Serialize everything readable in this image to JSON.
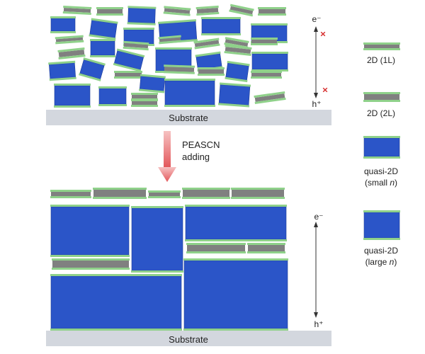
{
  "colors": {
    "green": "#8fd18a",
    "green_edge": "#6bbd66",
    "gray": "#808080",
    "blue": "#2b55c8",
    "blue_edge": "#1f3f9a",
    "substrate": "#d3d7de",
    "arrow_top": "#f6c2c2",
    "arrow_bottom": "#e3565a",
    "cross": "#d62b2b"
  },
  "top_panel": {
    "substrate_label": "Substrate",
    "carrier_electron": "e⁻",
    "carrier_hole": "h⁺"
  },
  "process": {
    "label_line1": "PEASCN",
    "label_line2": "adding"
  },
  "bottom_panel": {
    "substrate_label": "Substrate",
    "carrier_electron": "e⁻",
    "carrier_hole": "h⁺"
  },
  "legend": {
    "items": [
      {
        "kind": "2d-1l",
        "label": "2D (1L)"
      },
      {
        "kind": "2d-2l",
        "label": "2D (2L)"
      },
      {
        "kind": "quasi-small",
        "label_line1": "quasi-2D",
        "label_pre": "(small ",
        "label_n": "n",
        "label_post": ")"
      },
      {
        "kind": "quasi-large",
        "label_line1": "quasi-2D",
        "label_pre": "(large ",
        "label_n": "n",
        "label_post": ")"
      }
    ]
  }
}
